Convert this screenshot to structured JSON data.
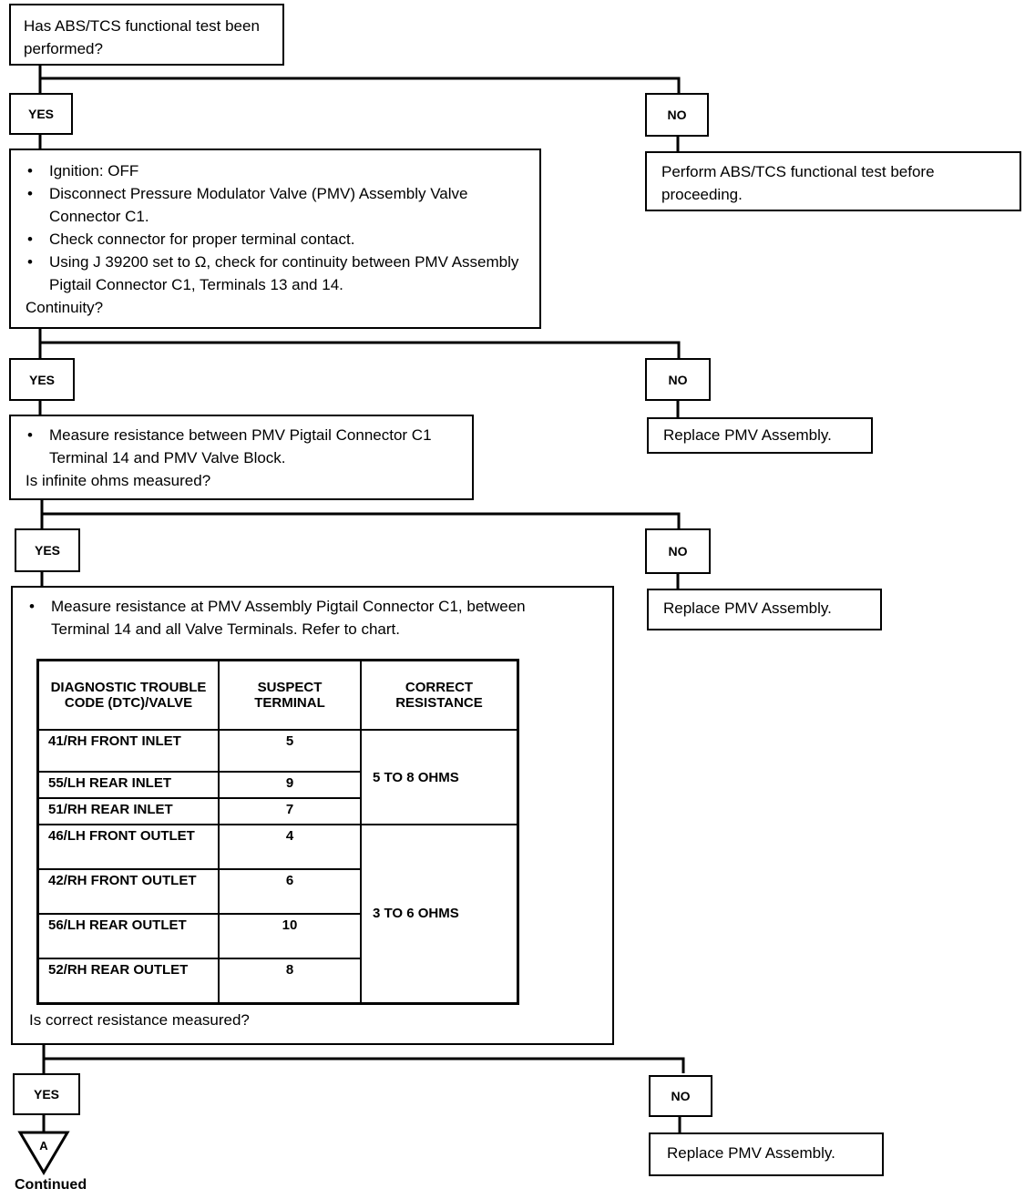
{
  "start": {
    "question": "Has ABS/TCS functional test been performed?"
  },
  "labels": {
    "yes": "YES",
    "no": "NO"
  },
  "step1": {
    "no_action": "Perform ABS/TCS functional test before proceeding.",
    "bullets": [
      "Ignition:  OFF",
      "Disconnect Pressure Modulator Valve (PMV) Assembly Valve Connector C1.",
      "Check connector for proper terminal contact.",
      "Using J 39200 set to Ω, check for continuity between PMV Assembly Pigtail Connector C1, Terminals 13 and 14."
    ],
    "question": "Continuity?"
  },
  "step2": {
    "no_action": "Replace PMV Assembly.",
    "bullets": [
      "Measure resistance between PMV Pigtail Connector C1 Terminal 14 and PMV Valve Block."
    ],
    "question": "Is infinite ohms measured?"
  },
  "step3": {
    "no_action": "Replace PMV Assembly.",
    "bullets": [
      "Measure resistance at PMV Assembly Pigtail Connector C1, between Terminal 14 and all Valve Terminals. Refer to chart."
    ],
    "table": {
      "headers": [
        "DIAGNOSTIC TROUBLE CODE (DTC)/VALVE",
        "SUSPECT TERMINAL",
        "CORRECT RESISTANCE"
      ],
      "rows": [
        {
          "dtc": "41/RH FRONT INLET",
          "terminal": "5"
        },
        {
          "dtc": "55/LH REAR INLET",
          "terminal": "9"
        },
        {
          "dtc": "51/RH REAR INLET",
          "terminal": "7"
        },
        {
          "dtc": "46/LH FRONT OUTLET",
          "terminal": "4"
        },
        {
          "dtc": "42/RH FRONT OUTLET",
          "terminal": "6"
        },
        {
          "dtc": "56/LH REAR OUTLET",
          "terminal": "10"
        },
        {
          "dtc": "52/RH REAR OUTLET",
          "terminal": "8"
        }
      ],
      "resistance_groups": [
        "5 TO 8 OHMS",
        "3 TO 6 OHMS"
      ]
    },
    "question": "Is correct resistance measured?"
  },
  "step4": {
    "no_action": "Replace PMV Assembly."
  },
  "connector": {
    "label": "A",
    "caption": "Continued"
  }
}
